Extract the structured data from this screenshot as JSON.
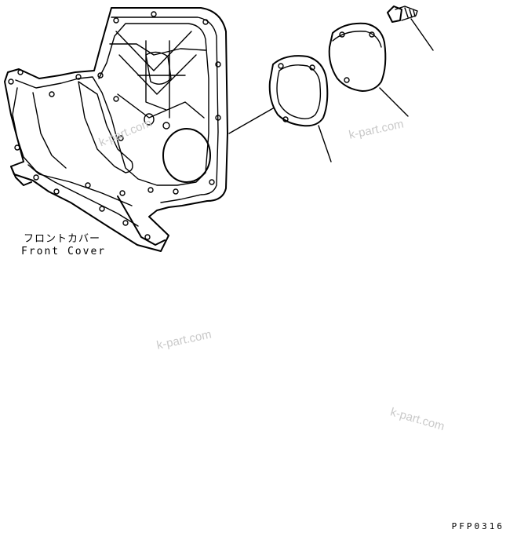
{
  "title": "",
  "part_name_jp": "フロントカバー",
  "part_name_en": "Front Cover",
  "figure_code": "PFP0316",
  "watermarks": [
    "k-part.com",
    "k-part.com",
    "k-part.com",
    "k-part.com"
  ],
  "parts": [
    {
      "id": "front-cover",
      "label": "Front Cover"
    },
    {
      "id": "gasket"
    },
    {
      "id": "cover-plate"
    },
    {
      "id": "bolt"
    }
  ],
  "colors": {
    "ink": "#000000",
    "watermark": "#c9c9c9",
    "background": "#ffffff"
  }
}
